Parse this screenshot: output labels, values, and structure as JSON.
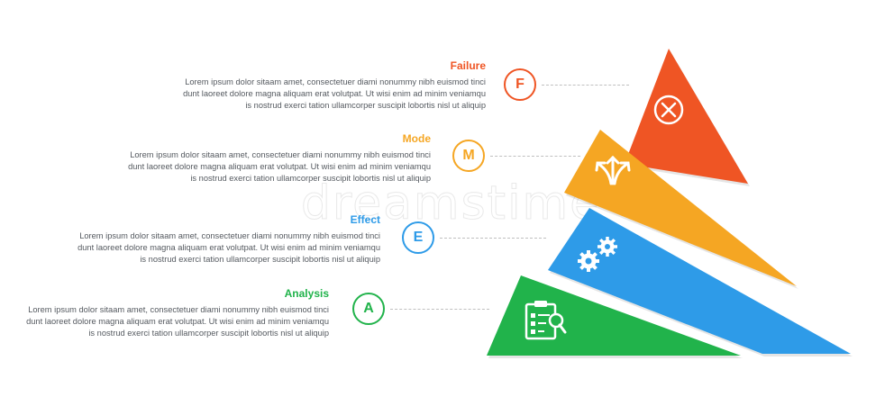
{
  "watermark": "dreamstime",
  "colors": {
    "failure": "#ef5524",
    "mode": "#f5a623",
    "effect": "#2e9be8",
    "analysis": "#21b34b",
    "body_text": "#555a60",
    "dash": "#bfbfbf"
  },
  "layers": [
    {
      "key": "failure",
      "letter": "F",
      "title": "Failure",
      "icon": "cross-circle-icon",
      "lines": [
        "Lorem ipsum dolor sitaam amet, consectetuer diami nonummy  nibh euismod tinci",
        "dunt laoreet dolore magna aliquam erat volutpat. Ut wisi enim ad minim veniamqu",
        "is nostrud exerci tation ullamcorper suscipit lobortis nisl ut aliquip"
      ]
    },
    {
      "key": "mode",
      "letter": "M",
      "title": "Mode",
      "icon": "split-arrows-icon",
      "lines": [
        "Lorem ipsum dolor sitaam amet, consectetuer diami nonummy  nibh euismod tinci",
        "dunt laoreet dolore magna aliquam erat volutpat. Ut wisi enim ad minim veniamqu",
        "is nostrud exerci tation ullamcorper suscipit lobortis nisl ut aliquip"
      ]
    },
    {
      "key": "effect",
      "letter": "E",
      "title": "Effect",
      "icon": "gears-icon",
      "lines": [
        "Lorem ipsum dolor sitaam amet, consectetuer diami nonummy  nibh euismod tinci",
        "dunt laoreet dolore magna aliquam erat volutpat. Ut wisi enim ad minim veniamqu",
        "is nostrud exerci tation ullamcorper suscipit lobortis nisl ut aliquip"
      ]
    },
    {
      "key": "analysis",
      "letter": "A",
      "title": "Analysis",
      "icon": "checklist-magnifier-icon",
      "lines": [
        "Lorem ipsum dolor sitaam amet, consectetuer diami nonummy  nibh euismod tinci",
        "dunt laoreet dolore magna aliquam erat volutpat. Ut wisi enim ad minim veniamqu",
        "is nostrud exerci tation ullamcorper suscipit lobortis nisl ut aliquip"
      ]
    }
  ]
}
